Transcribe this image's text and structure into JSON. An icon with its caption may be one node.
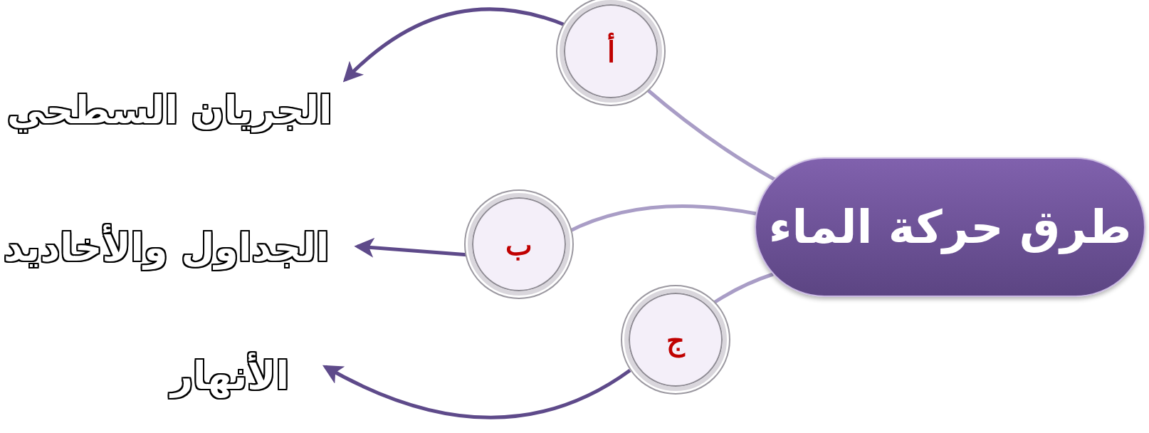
{
  "diagram": {
    "nodes": [
      {
        "text": [
          "طرق حركة الماء"
        ]
      },
      {
        "text": [
          "أ"
        ]
      },
      {
        "text": [
          "ب"
        ]
      },
      {
        "text": [
          "ج"
        ]
      },
      {
        "text": [
          "الجريان السطحي"
        ]
      },
      {
        "text": [
          "الجداول والأخاديد"
        ]
      },
      {
        "text": [
          "الأنهار"
        ]
      }
    ],
    "edges": [
      {
        "from": 0,
        "to": 1,
        "arrow": "none"
      },
      {
        "from": 0,
        "to": 2,
        "arrow": "none"
      },
      {
        "from": 0,
        "to": 3,
        "arrow": "none"
      },
      {
        "from": 1,
        "to": 4,
        "arrow": "to",
        "color": "#5e4a8a"
      },
      {
        "from": 2,
        "to": 5,
        "arrow": "to",
        "color": "#5e4a8a"
      },
      {
        "from": 3,
        "to": 6,
        "arrow": "to",
        "color": "#5e4a8a"
      }
    ]
  }
}
